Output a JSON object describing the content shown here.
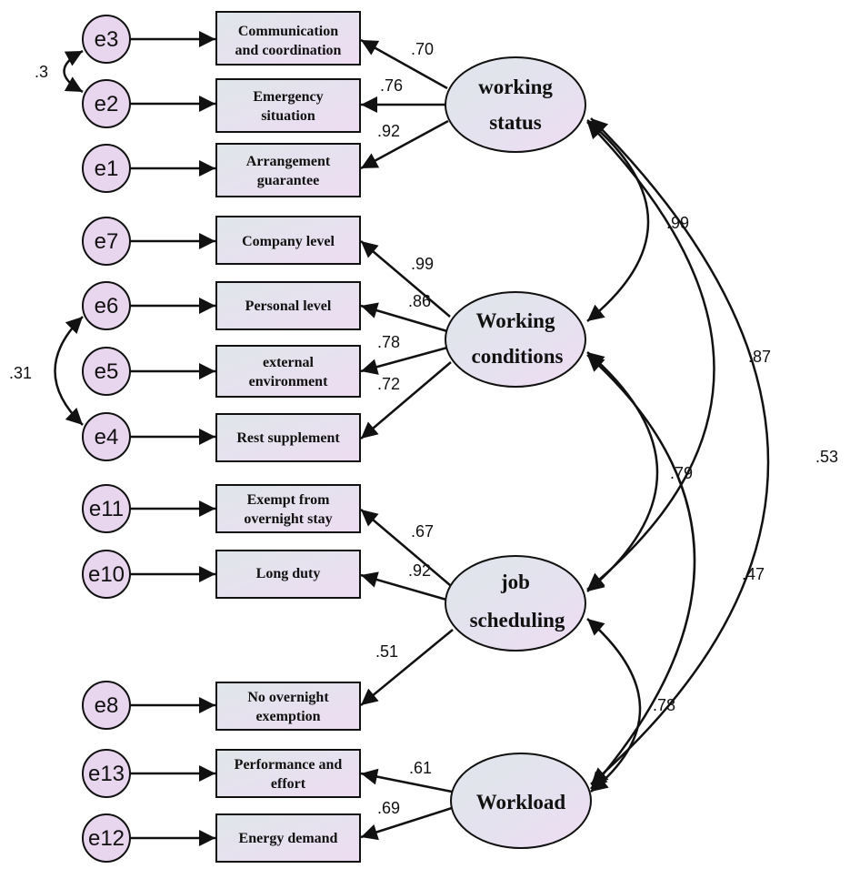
{
  "colors": {
    "error_fill": "#e8d6ee",
    "indicator_fill_start": "#dfe6ea",
    "indicator_fill_end": "#eedcf2",
    "latent_fill_start": "#dfe6ea",
    "latent_fill_end": "#eedcf2",
    "stroke": "#111111"
  },
  "errors": [
    {
      "id": "e3",
      "label": "e3"
    },
    {
      "id": "e2",
      "label": "e2"
    },
    {
      "id": "e1",
      "label": "e1"
    },
    {
      "id": "e7",
      "label": "e7"
    },
    {
      "id": "e6",
      "label": "e6"
    },
    {
      "id": "e5",
      "label": "e5"
    },
    {
      "id": "e4",
      "label": "e4"
    },
    {
      "id": "e11",
      "label": "e11"
    },
    {
      "id": "e10",
      "label": "e10"
    },
    {
      "id": "e8",
      "label": "e8"
    },
    {
      "id": "e13",
      "label": "e13"
    },
    {
      "id": "e12",
      "label": "e12"
    }
  ],
  "indicators": [
    {
      "id": "comm",
      "lines": [
        "Communication",
        "and coordination"
      ]
    },
    {
      "id": "emer",
      "lines": [
        "Emergency",
        "situation"
      ]
    },
    {
      "id": "arr",
      "lines": [
        "Arrangement",
        "guarantee"
      ]
    },
    {
      "id": "comp",
      "lines": [
        "Company level"
      ]
    },
    {
      "id": "pers",
      "lines": [
        "Personal level"
      ]
    },
    {
      "id": "ext",
      "lines": [
        "external",
        "environment"
      ]
    },
    {
      "id": "rest",
      "lines": [
        "Rest supplement"
      ]
    },
    {
      "id": "exempt",
      "lines": [
        "Exempt from",
        "overnight stay"
      ]
    },
    {
      "id": "long",
      "lines": [
        "Long duty"
      ]
    },
    {
      "id": "noover",
      "lines": [
        "No overnight",
        "exemption"
      ]
    },
    {
      "id": "perf",
      "lines": [
        "Performance and",
        "effort"
      ]
    },
    {
      "id": "energy",
      "lines": [
        "Energy demand"
      ]
    }
  ],
  "latents": [
    {
      "id": "ws",
      "lines": [
        "working",
        "status"
      ]
    },
    {
      "id": "wc",
      "lines": [
        "Working",
        "conditions"
      ]
    },
    {
      "id": "js",
      "lines": [
        "job",
        "scheduling"
      ]
    },
    {
      "id": "wl",
      "lines": [
        "Workload"
      ]
    }
  ],
  "loadings": [
    {
      "from": "ws",
      "to": "comm",
      "value": ".70"
    },
    {
      "from": "ws",
      "to": "emer",
      "value": ".76"
    },
    {
      "from": "ws",
      "to": "arr",
      "value": ".92"
    },
    {
      "from": "wc",
      "to": "comp",
      "value": ".99"
    },
    {
      "from": "wc",
      "to": "pers",
      "value": ".86"
    },
    {
      "from": "wc",
      "to": "ext",
      "value": ".78"
    },
    {
      "from": "wc",
      "to": "rest",
      "value": ".72"
    },
    {
      "from": "js",
      "to": "exempt",
      "value": ".67"
    },
    {
      "from": "js",
      "to": "long",
      "value": ".92"
    },
    {
      "from": "js",
      "to": "noover",
      "value": ".51"
    },
    {
      "from": "wl",
      "to": "perf",
      "value": ".61"
    },
    {
      "from": "wl",
      "to": "energy",
      "value": ".69"
    }
  ],
  "latent_correlations": [
    {
      "a": "ws",
      "b": "wc",
      "value": ".99"
    },
    {
      "a": "ws",
      "b": "js",
      "value": ".87"
    },
    {
      "a": "ws",
      "b": "wl",
      "value": ".53"
    },
    {
      "a": "wc",
      "b": "js",
      "value": ".79"
    },
    {
      "a": "wc",
      "b": "wl",
      "value": ".47"
    },
    {
      "a": "js",
      "b": "wl",
      "value": ".78"
    }
  ],
  "error_covariances": [
    {
      "a": "e3",
      "b": "e2",
      "value": ".3"
    },
    {
      "a": "e6",
      "b": "e4",
      "value": ".31"
    }
  ]
}
